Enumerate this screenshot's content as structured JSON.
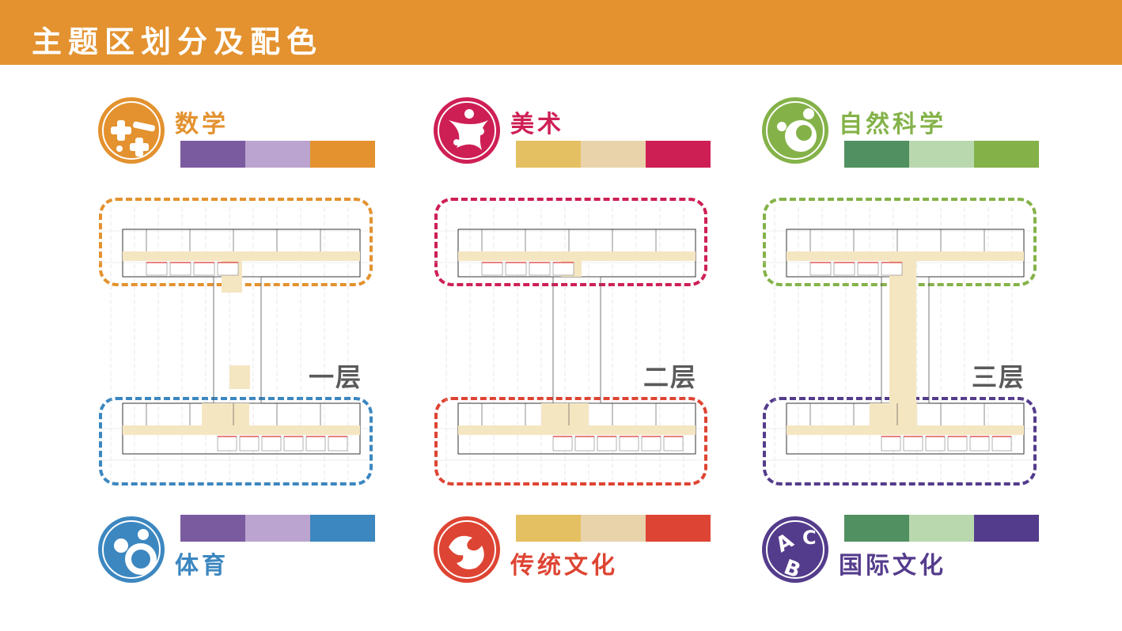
{
  "header": {
    "title": "主题区划分及配色"
  },
  "themes": [
    {
      "name": "数学",
      "icon": "math-symbols-icon",
      "color": "#E3922F",
      "palette": [
        "#7B5BA0",
        "#BBA4CF",
        "#E3922F"
      ]
    },
    {
      "name": "美术",
      "icon": "art-palette-icon",
      "color": "#CE1F55",
      "palette": [
        "#E5C062",
        "#E9D3AB",
        "#CE1F55"
      ]
    },
    {
      "name": "自然科学",
      "icon": "science-planet-icon",
      "color": "#84B249",
      "palette": [
        "#519060",
        "#BAD8AE",
        "#84B249"
      ]
    },
    {
      "name": "体育",
      "icon": "sports-balls-icon",
      "color": "#3C87C0",
      "palette": [
        "#7B5BA0",
        "#BBA4CF",
        "#3C87C0"
      ]
    },
    {
      "name": "传统文化",
      "icon": "traditional-cloud-icon",
      "color": "#DE4433",
      "palette": [
        "#E5C062",
        "#E9D3AB",
        "#DE4433"
      ]
    },
    {
      "name": "国际文化",
      "icon": "abc-letters-icon",
      "color": "#543C8C",
      "palette": [
        "#519060",
        "#BAD8AE",
        "#543C8C"
      ]
    }
  ],
  "floors": [
    "一层",
    "二层",
    "三层"
  ]
}
